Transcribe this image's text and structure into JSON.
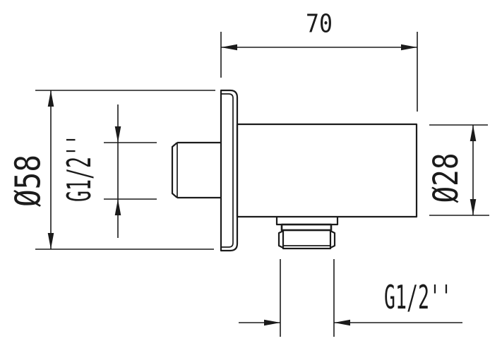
{
  "page": {
    "background": "#ffffff",
    "line_color": "#1b1b1b"
  },
  "drawing": {
    "kind": "technical dimension drawing",
    "subject": "wall-mounted shower outlet elbow, side view",
    "dimensions": {
      "top_width": "70",
      "plate_diameter": "Ø58",
      "inlet_thread": "G1/2''",
      "body_diameter": "Ø28",
      "outlet_thread": "G1/2''"
    }
  }
}
